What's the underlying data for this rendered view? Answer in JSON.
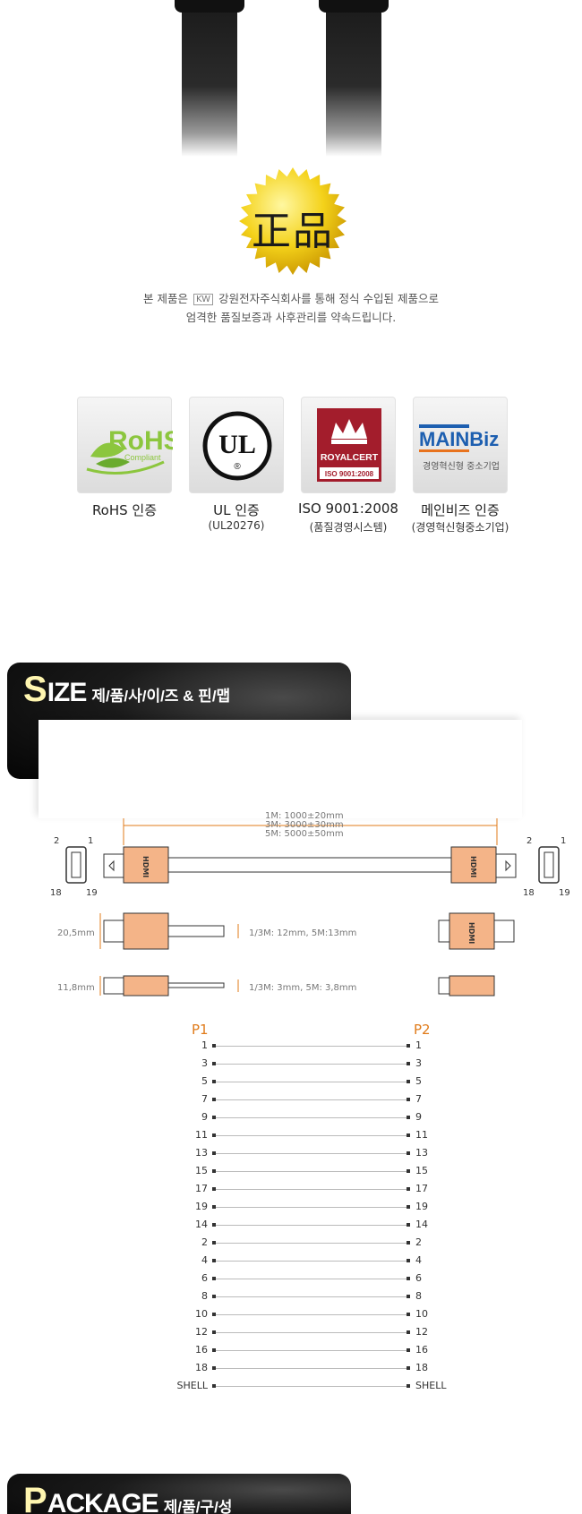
{
  "seal": {
    "text": "正品",
    "color": "#f4d21a"
  },
  "intro": {
    "line1_before": "본 제품은",
    "logo": "KW",
    "line1_after": "강원전자주식회사를 통해 정식 수입된 제품으로",
    "line2": "엄격한 품질보증과 사후관리를 약속드립니다."
  },
  "certs": [
    {
      "label": "RoHS 인증",
      "sub": "",
      "logo_main": "RoHS",
      "logo_sub": "Compliant"
    },
    {
      "label": "UL 인증",
      "sub": "(UL20276)",
      "logo_main": "UL",
      "logo_sub": "®"
    },
    {
      "label": "ISO 9001:2008",
      "sub": "(품질경영시스템)",
      "logo_main": "ROYALCERT",
      "logo_sub": "ISO 9001:2008"
    },
    {
      "label": "메인비즈 인증",
      "sub": "(경영혁신형중소기업)",
      "logo_main": "MAINBiz",
      "logo_sub": "경영혁신형 중소기업"
    }
  ],
  "size_section": {
    "big_letter": "S",
    "rest": "IZE",
    "kr": "제/품/사/이/즈 & 핀/맵"
  },
  "diagram": {
    "length_1m": "1M: 1000±20mm",
    "length_3m": "3M: 3000±30mm",
    "length_5m": "5M: 5000±50mm",
    "width_value": "20,5mm",
    "width_note": "1/3M: 12mm, 5M:13mm",
    "thickness_value": "11,8mm",
    "thickness_note": "1/3M: 3mm, 5M: 3,8mm",
    "pin_tl": "2",
    "pin_tr": "1",
    "pin_bl": "18",
    "pin_br": "19",
    "hdmi_logo": "HDMI",
    "accent": "#e07b1a",
    "connector_color": "#f4b488"
  },
  "pinmap": {
    "p1": "P1",
    "p2": "P2",
    "pins": [
      "1",
      "3",
      "5",
      "7",
      "9",
      "11",
      "13",
      "15",
      "17",
      "19",
      "14",
      "2",
      "4",
      "6",
      "8",
      "10",
      "12",
      "16",
      "18",
      "SHELL"
    ]
  },
  "package_section": {
    "big_letter": "P",
    "rest": "ACKAGE",
    "kr": "제/품/구/성"
  }
}
